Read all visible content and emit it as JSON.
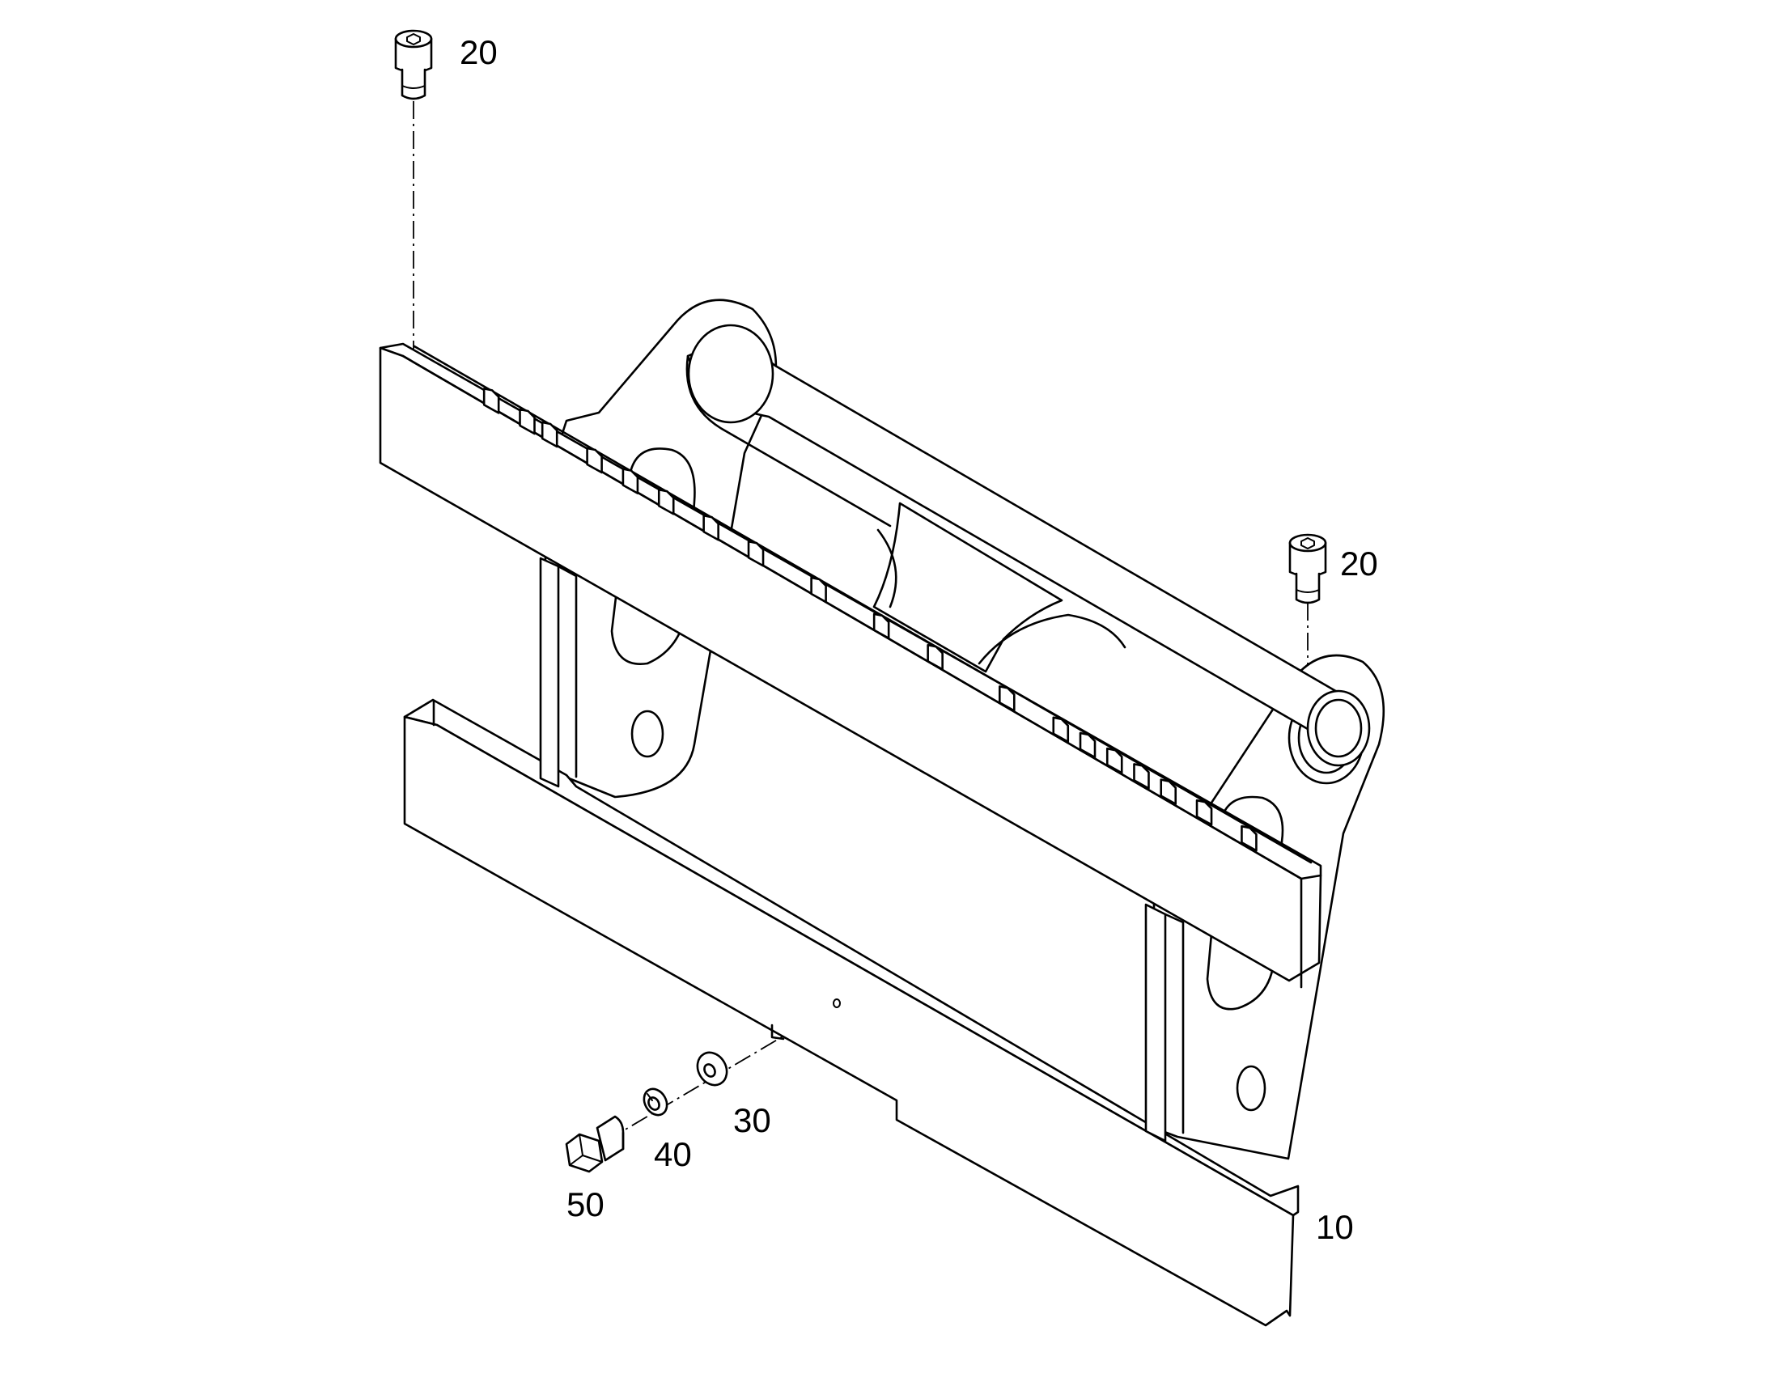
{
  "callouts": {
    "item_10": "10",
    "item_20_top": "20",
    "item_20_right": "20",
    "item_30": "30",
    "item_40": "40",
    "item_50": "50"
  },
  "colors": {
    "line": "#000000",
    "background": "#ffffff"
  }
}
